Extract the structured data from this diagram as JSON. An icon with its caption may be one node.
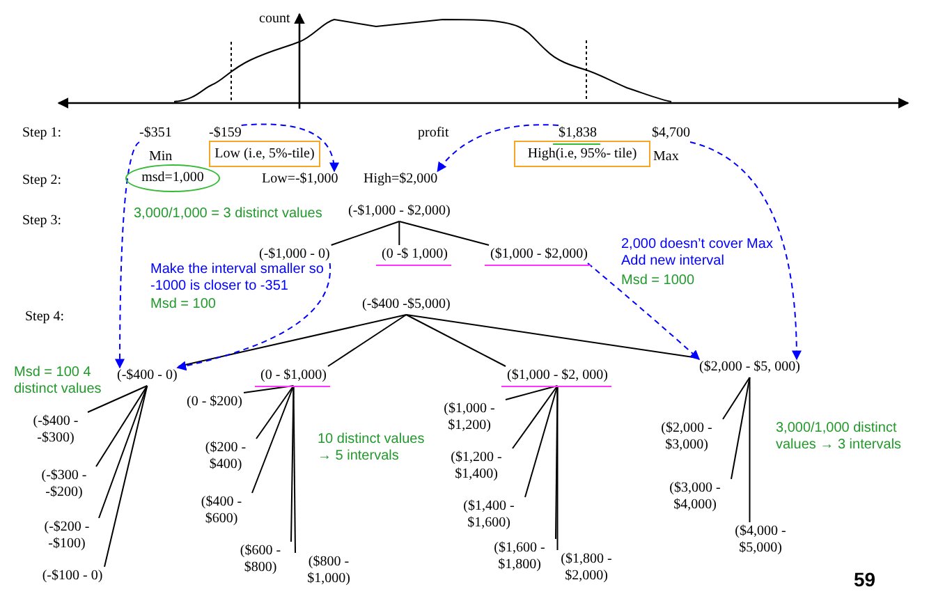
{
  "diagram": {
    "nodes": [
      {
        "text": [
          "-$351"
        ]
      },
      {
        "text": [
          "-$159"
        ]
      },
      {
        "text": [
          "$1,838"
        ]
      },
      {
        "text": [
          "$4,700"
        ]
      },
      {
        "text": [
          "Low (i.e, 5%-tile)"
        ]
      },
      {
        "text": [
          "High(i.e, 95%- tile)"
        ]
      },
      {
        "text": [
          "msd=1,000"
        ]
      },
      {
        "text": [
          "Low=-$1,000"
        ]
      },
      {
        "text": [
          "High=$2,000"
        ]
      },
      {
        "text": [
          "(-$1,000  - $2,000)"
        ]
      },
      {
        "text": [
          "(-$1,000 - 0)"
        ]
      },
      {
        "text": [
          "(0 -$ 1,000)"
        ]
      },
      {
        "text": [
          "($1,000 - $2,000)"
        ]
      },
      {
        "text": [
          "(-$400 -$5,000)"
        ]
      },
      {
        "text": [
          "(-$400 - 0)"
        ]
      },
      {
        "text": [
          "(0 - $1,000)"
        ]
      },
      {
        "text": [
          "($1,000 - $2, 000)"
        ]
      },
      {
        "text": [
          "($2,000 - $5, 000)"
        ]
      },
      {
        "text": [
          "(-$400 - -$300)"
        ]
      },
      {
        "text": [
          "(-$300 - -$200)"
        ]
      },
      {
        "text": [
          "(-$200 - -$100)"
        ]
      },
      {
        "text": [
          "(-$100 - 0)"
        ]
      },
      {
        "text": [
          "(0 - $200)"
        ]
      },
      {
        "text": [
          "($200 - $400)"
        ]
      },
      {
        "text": [
          "($400 - $600)"
        ]
      },
      {
        "text": [
          "($600 - $800)"
        ]
      },
      {
        "text": [
          "($800 - $1,000)"
        ]
      },
      {
        "text": [
          "($1,000 - $1,200)"
        ]
      },
      {
        "text": [
          "($1,200 - $1,400)"
        ]
      },
      {
        "text": [
          "($1,400 - $1,600)"
        ]
      },
      {
        "text": [
          "($1,600 - $1,800)"
        ]
      },
      {
        "text": [
          "($1,800 - $2,000)"
        ]
      },
      {
        "text": [
          "($2,000 - $3,000)"
        ]
      },
      {
        "text": [
          "($3,000 - $4,000)"
        ]
      },
      {
        "text": [
          "($4,000 - $5,000)"
        ]
      }
    ],
    "edges": [
      {
        "from": 9,
        "to": 10,
        "arrow": "none"
      },
      {
        "from": 9,
        "to": 11,
        "arrow": "none"
      },
      {
        "from": 9,
        "to": 12,
        "arrow": "none"
      },
      {
        "from": 13,
        "to": 14,
        "arrow": "none"
      },
      {
        "from": 13,
        "to": 15,
        "arrow": "none"
      },
      {
        "from": 13,
        "to": 16,
        "arrow": "none"
      },
      {
        "from": 13,
        "to": 17,
        "arrow": "none"
      },
      {
        "from": 14,
        "to": 18,
        "arrow": "none"
      },
      {
        "from": 14,
        "to": 19,
        "arrow": "none"
      },
      {
        "from": 14,
        "to": 20,
        "arrow": "none"
      },
      {
        "from": 14,
        "to": 21,
        "arrow": "none"
      },
      {
        "from": 15,
        "to": 22,
        "arrow": "none"
      },
      {
        "from": 15,
        "to": 23,
        "arrow": "none"
      },
      {
        "from": 15,
        "to": 24,
        "arrow": "none"
      },
      {
        "from": 15,
        "to": 25,
        "arrow": "none"
      },
      {
        "from": 15,
        "to": 26,
        "arrow": "none"
      },
      {
        "from": 16,
        "to": 27,
        "arrow": "none"
      },
      {
        "from": 16,
        "to": 28,
        "arrow": "none"
      },
      {
        "from": 16,
        "to": 29,
        "arrow": "none"
      },
      {
        "from": 16,
        "to": 30,
        "arrow": "none"
      },
      {
        "from": 16,
        "to": 31,
        "arrow": "none"
      },
      {
        "from": 17,
        "to": 32,
        "arrow": "none"
      },
      {
        "from": 17,
        "to": 33,
        "arrow": "none"
      },
      {
        "from": 17,
        "to": 34,
        "arrow": "none"
      },
      {
        "from": 0,
        "to": 14,
        "arrow": "to",
        "style": "dashed",
        "color": "#0000ff"
      },
      {
        "from": 1,
        "to": 7,
        "arrow": "to",
        "style": "dashed",
        "color": "#0000ff"
      },
      {
        "from": 2,
        "to": 8,
        "arrow": "to",
        "style": "dashed",
        "color": "#0000ff"
      },
      {
        "from": 3,
        "to": 17,
        "arrow": "to",
        "style": "dashed",
        "color": "#0000ff"
      },
      {
        "from": 10,
        "to": 14,
        "arrow": "to",
        "style": "dashed",
        "color": "#0000ff"
      },
      {
        "from": 12,
        "to": 17,
        "arrow": "to",
        "style": "dashed",
        "color": "#0000ff"
      }
    ],
    "labels": [
      "count",
      "Step 1:",
      "Step 2:",
      "Step 3:",
      "Step 4:",
      "profit",
      "Min",
      "Max",
      "3,000/1,000 = 3 distinct values",
      "Make the interval smaller so -1000 is closer to -351",
      "Msd = 100",
      "2,000 doesn’t cover Max Add new interval",
      "Msd = 1000",
      "Msd = 100 4 distinct values",
      "10 distinct values → 5 intervals",
      "3,000/1,000 distinct values → 3 intervals",
      "59"
    ]
  }
}
